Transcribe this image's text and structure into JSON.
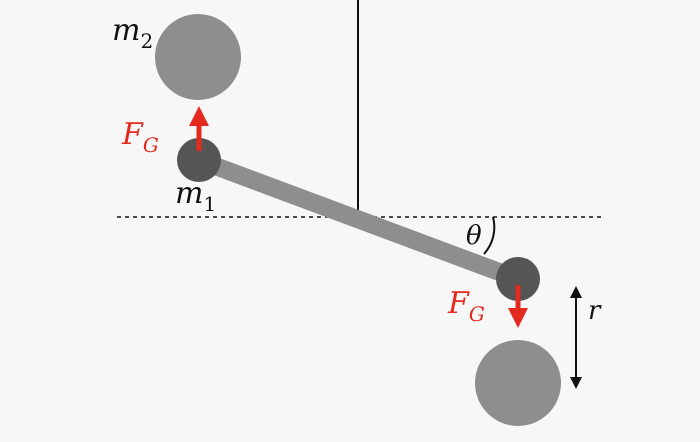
{
  "labels": {
    "mass_top": "m",
    "mass_top_sub": "2",
    "mass_bottom": "m",
    "mass_bottom_sub": "1",
    "force_top": "F",
    "force_top_sub": "G",
    "force_bottom": "F",
    "force_bottom_sub": "G",
    "angle": "θ",
    "distance": "r"
  },
  "colors": {
    "background": "#f7f7f7",
    "large_sphere": "#8e8e8e",
    "small_sphere": "#555555",
    "rod": "#8e8e8e",
    "force": "#e4291f",
    "line": "#111111"
  }
}
